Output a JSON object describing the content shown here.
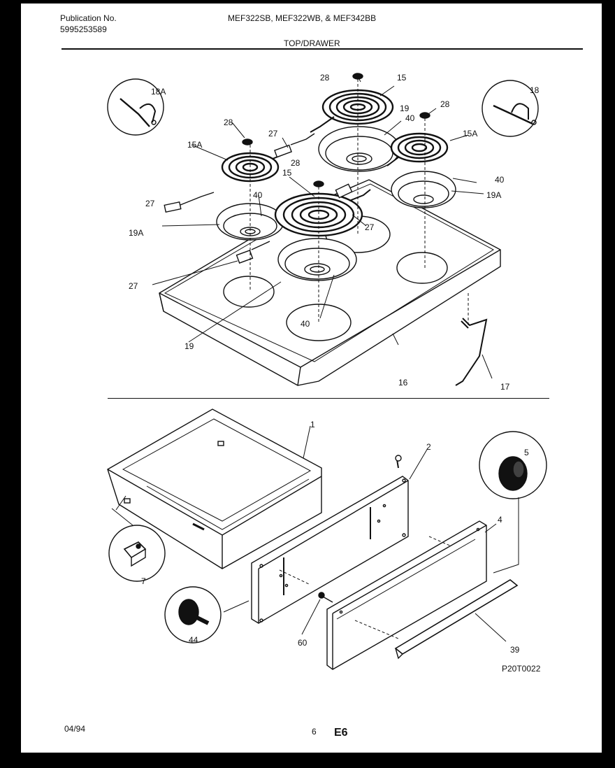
{
  "header": {
    "publication_label": "Publication No.",
    "publication_number": "5995253589",
    "models": "MEF322SB, MEF322WB, & MEF342BB",
    "section_title": "TOP/DRAWER"
  },
  "diagram": {
    "callouts": {
      "c18a": "18A",
      "c18": "18",
      "c28a": "28",
      "c15a": "15",
      "c19a": "19",
      "c40a": "40",
      "c28b": "28",
      "c15Aa": "15A",
      "c27a": "27",
      "c28c": "28",
      "c15Ab": "15A",
      "c28d": "28",
      "c15b": "15",
      "c40b": "40",
      "c19Aa": "19A",
      "c27b": "27",
      "c40c": "40",
      "c19Ab": "19A",
      "c27c": "27",
      "c27d": "27",
      "c40d": "40",
      "c19b": "19",
      "c16": "16",
      "c17": "17",
      "c1": "1",
      "c2": "2",
      "c5": "5",
      "c4": "4",
      "c7": "7",
      "c44": "44",
      "c60": "60",
      "c39": "39"
    },
    "figure_code": "P20T0022"
  },
  "footer": {
    "date": "04/94",
    "page_number": "6",
    "section_code": "E6"
  },
  "colors": {
    "ink": "#111111",
    "paper": "#ffffff",
    "border": "#000000"
  }
}
